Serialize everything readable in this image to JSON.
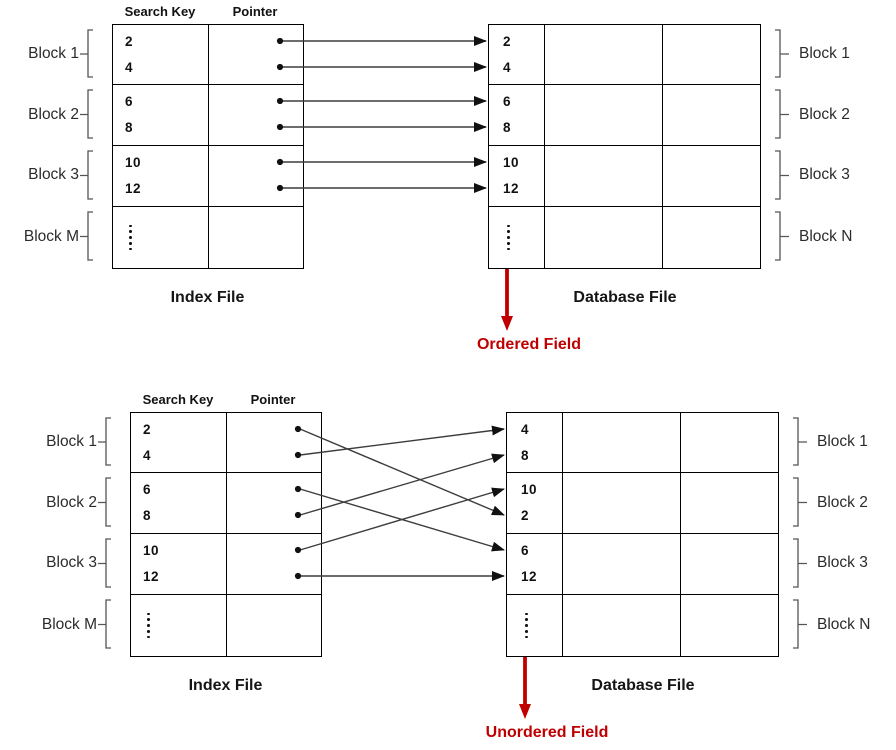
{
  "colors": {
    "accent_red": "#C00000",
    "connector_line": "#3D3D3D",
    "bracket": "#555555",
    "table_border": "#000000"
  },
  "diagrams": [
    {
      "index_file": {
        "headers": [
          "Search Key",
          "Pointer"
        ],
        "keys": [
          "2",
          "4",
          "6",
          "8",
          "10",
          "12"
        ],
        "ellipsis": "⋮",
        "caption": "Index File"
      },
      "database_file": {
        "keys": [
          "2",
          "4",
          "6",
          "8",
          "10",
          "12"
        ],
        "ellipsis": "⋮",
        "caption": "Database File"
      },
      "left_blocks": [
        "Block 1",
        "Block 2",
        "Block 3",
        "Block M"
      ],
      "right_blocks": [
        "Block 1",
        "Block 2",
        "Block 3",
        "Block N"
      ],
      "field_label": "Ordered Field",
      "pointer_mapping": [
        {
          "key": "2",
          "db_slot": 1
        },
        {
          "key": "4",
          "db_slot": 2
        },
        {
          "key": "6",
          "db_slot": 3
        },
        {
          "key": "8",
          "db_slot": 4
        },
        {
          "key": "10",
          "db_slot": 5
        },
        {
          "key": "12",
          "db_slot": 6
        }
      ]
    },
    {
      "index_file": {
        "headers": [
          "Search Key",
          "Pointer"
        ],
        "keys": [
          "2",
          "4",
          "6",
          "8",
          "10",
          "12"
        ],
        "ellipsis": "⋮",
        "caption": "Index File"
      },
      "database_file": {
        "keys": [
          "4",
          "8",
          "10",
          "2",
          "6",
          "12"
        ],
        "ellipsis": "⋮",
        "caption": "Database File"
      },
      "left_blocks": [
        "Block 1",
        "Block 2",
        "Block 3",
        "Block M"
      ],
      "right_blocks": [
        "Block 1",
        "Block 2",
        "Block 3",
        "Block N"
      ],
      "field_label": "Unordered Field",
      "pointer_mapping": [
        {
          "key": "2",
          "db_slot": 4
        },
        {
          "key": "4",
          "db_slot": 1
        },
        {
          "key": "6",
          "db_slot": 5
        },
        {
          "key": "8",
          "db_slot": 2
        },
        {
          "key": "10",
          "db_slot": 3
        },
        {
          "key": "12",
          "db_slot": 6
        }
      ]
    }
  ]
}
